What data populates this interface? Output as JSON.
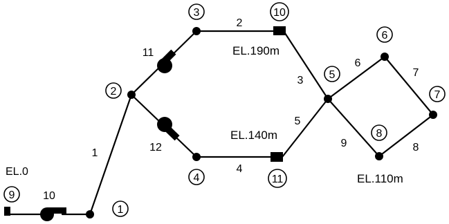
{
  "nodes": [
    "1",
    "2",
    "3",
    "4",
    "5",
    "6",
    "7",
    "8",
    "9",
    "10",
    "11"
  ],
  "pipes": [
    "1",
    "2",
    "3",
    "4",
    "5",
    "6",
    "7",
    "8",
    "9",
    "10",
    "11",
    "12"
  ],
  "elevations": {
    "reservoir_9": "EL.0",
    "reservoir_10": "EL.190m",
    "reservoir_11": "EL.140m",
    "node_8": "EL.110m"
  }
}
